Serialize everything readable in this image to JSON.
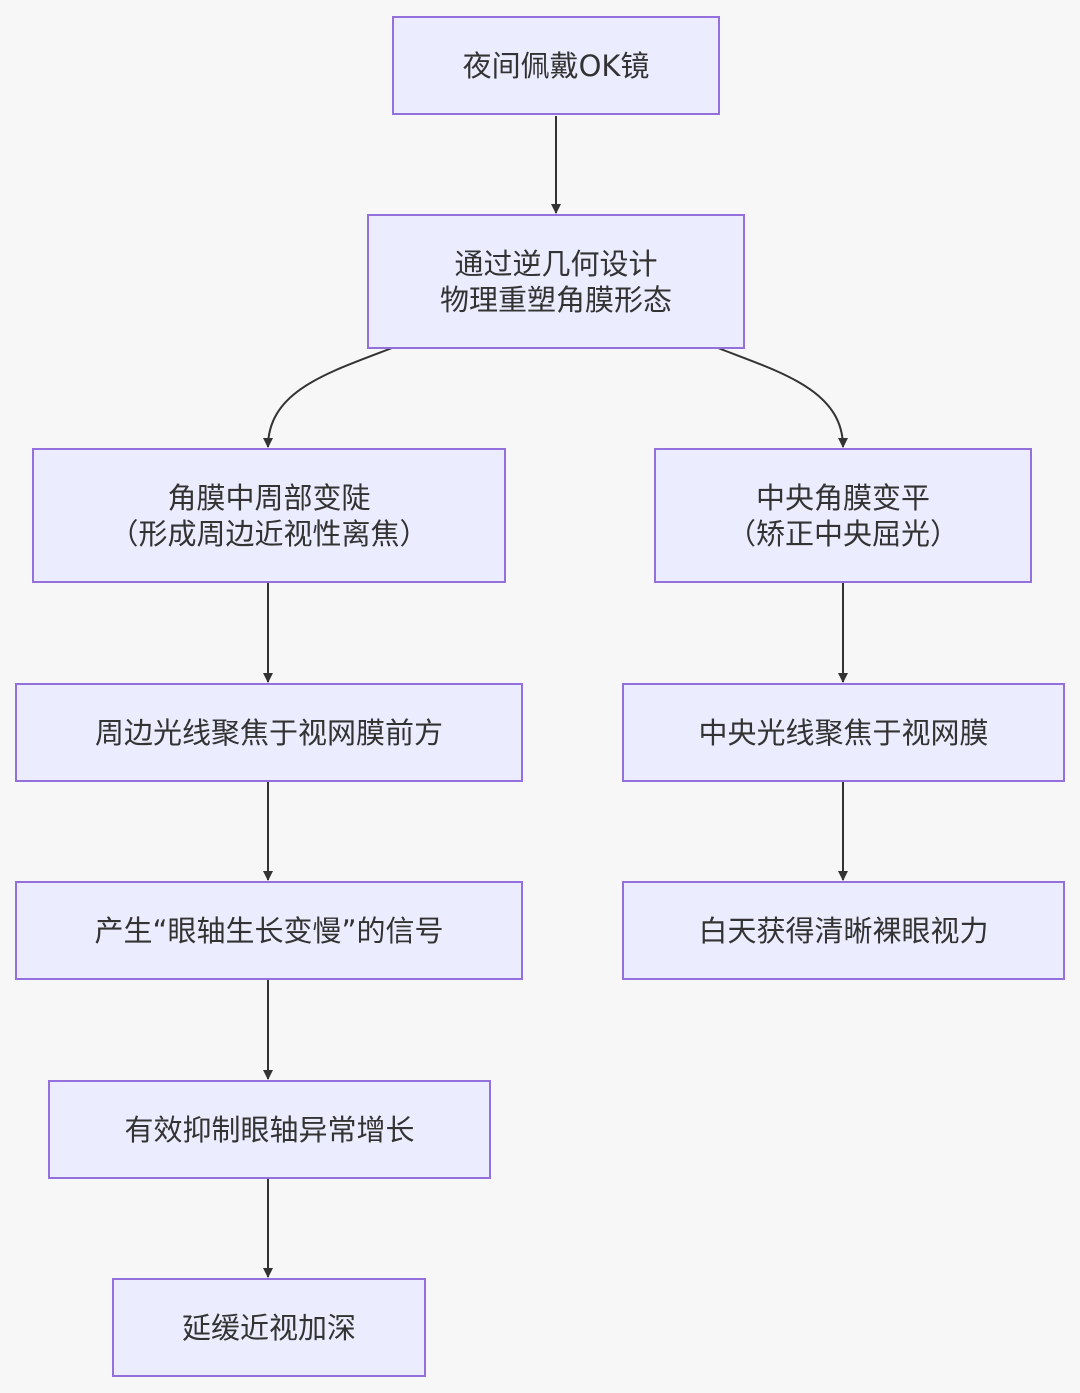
{
  "diagram": {
    "nodes": {
      "wear_ok": {
        "line1": "夜间佩戴OK镜"
      },
      "reshape": {
        "line1": "通过逆几何设计",
        "line2": "物理重塑角膜形态"
      },
      "periphery_steep": {
        "line1": "角膜中周部变陡",
        "line2": "（形成周边近视性离焦）"
      },
      "center_flat": {
        "line1": "中央角膜变平",
        "line2": "（矫正中央屈光）"
      },
      "periphery_focus": {
        "line1": "周边光线聚焦于视网膜前方"
      },
      "center_focus": {
        "line1": "中央光线聚焦于视网膜"
      },
      "signal": {
        "line1": "产生“眼轴生长变慢”的信号"
      },
      "clear_vision": {
        "line1": "白天获得清晰裸眼视力"
      },
      "suppress": {
        "line1": "有效抑制眼轴异常增长"
      },
      "slow_myopia": {
        "line1": "延缓近视加深"
      }
    },
    "edges": [
      {
        "from": "wear_ok",
        "to": "reshape"
      },
      {
        "from": "reshape",
        "to": "periphery_steep"
      },
      {
        "from": "reshape",
        "to": "center_flat"
      },
      {
        "from": "periphery_steep",
        "to": "periphery_focus"
      },
      {
        "from": "periphery_focus",
        "to": "signal"
      },
      {
        "from": "signal",
        "to": "suppress"
      },
      {
        "from": "suppress",
        "to": "slow_myopia"
      },
      {
        "from": "center_flat",
        "to": "center_focus"
      },
      {
        "from": "center_focus",
        "to": "clear_vision"
      }
    ],
    "colors": {
      "background": "#f7f7f7",
      "node_fill": "#ececff",
      "node_border": "#9370db",
      "edge": "#333333",
      "text": "#333333"
    }
  }
}
